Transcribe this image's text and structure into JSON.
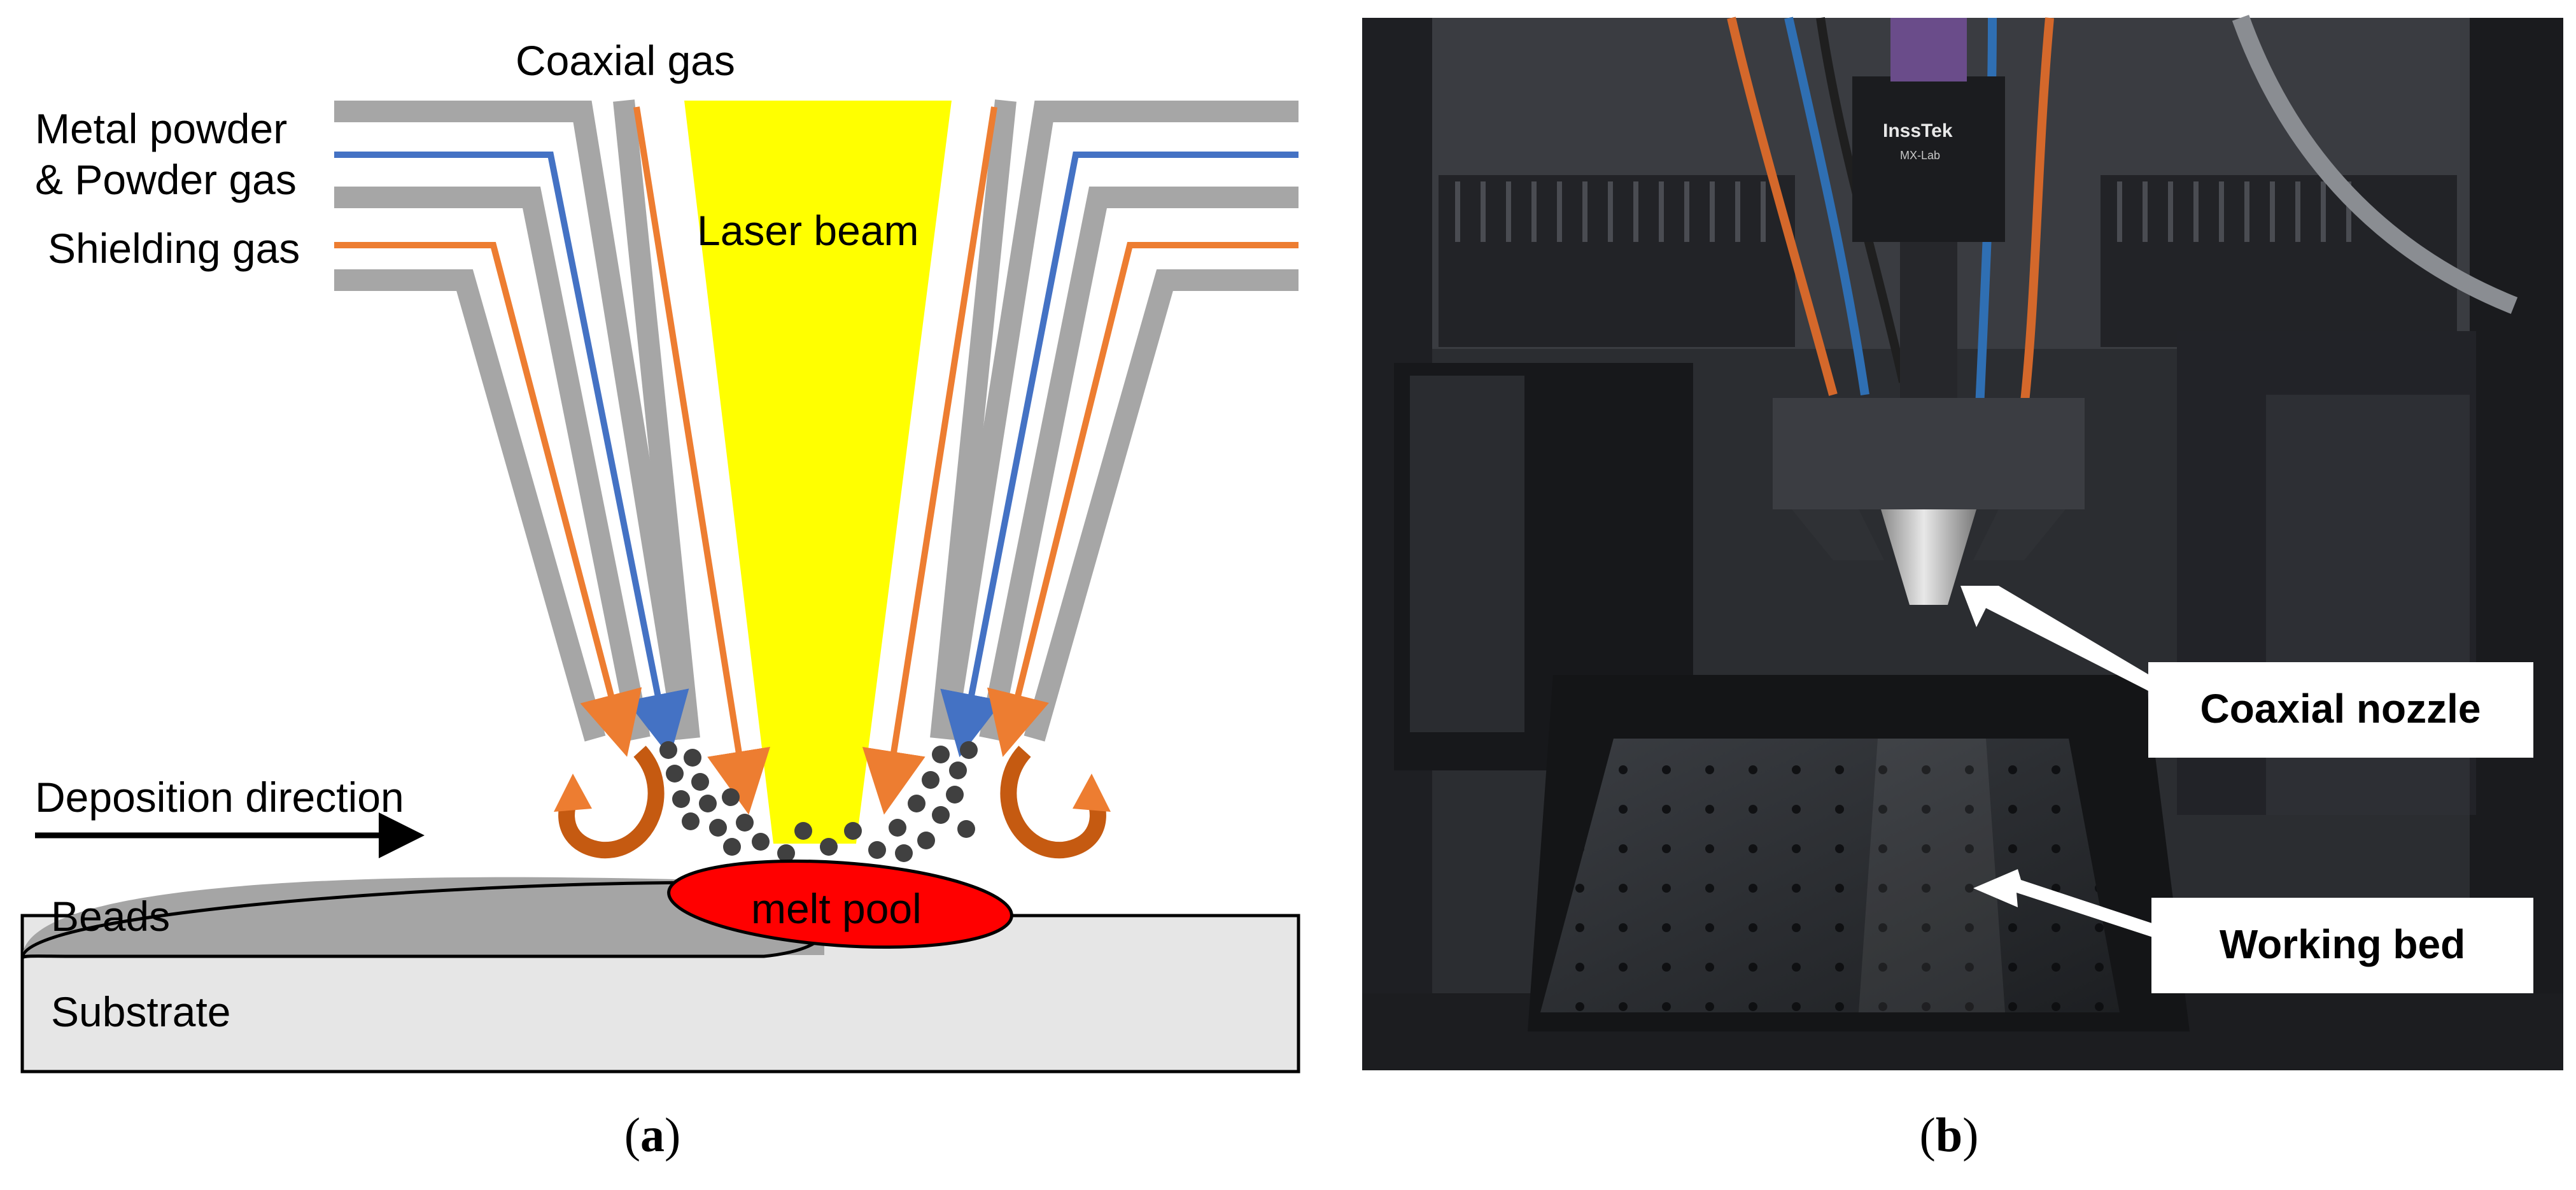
{
  "panel_a": {
    "caption": "a",
    "labels": {
      "coaxial_gas": "Coaxial gas",
      "metal_powder": "Metal powder",
      "powder_gas": "& Powder gas",
      "shielding_gas": "Shielding gas",
      "laser_beam": "Laser beam",
      "deposition_direction": "Deposition direction",
      "beads": "Beads",
      "melt_pool": "melt pool",
      "substrate": "Substrate"
    },
    "colors": {
      "laser": "#ffff00",
      "powder_line": "#4472c4",
      "gas_line": "#ed7d31",
      "nozzle_wall": "#a6a6a6",
      "melt_pool": "#ff0000",
      "beads": "#a5a5a5",
      "substrate": "#e6e6e6",
      "particles": "#404040",
      "swirl": "#c55a11"
    }
  },
  "panel_b": {
    "caption": "b",
    "brand": "InssTek",
    "model": "MX-Lab",
    "callouts": {
      "nozzle": "Coaxial nozzle",
      "bed": "Working bed"
    }
  },
  "caption_brackets": {
    "open": "(",
    "close": ")"
  }
}
